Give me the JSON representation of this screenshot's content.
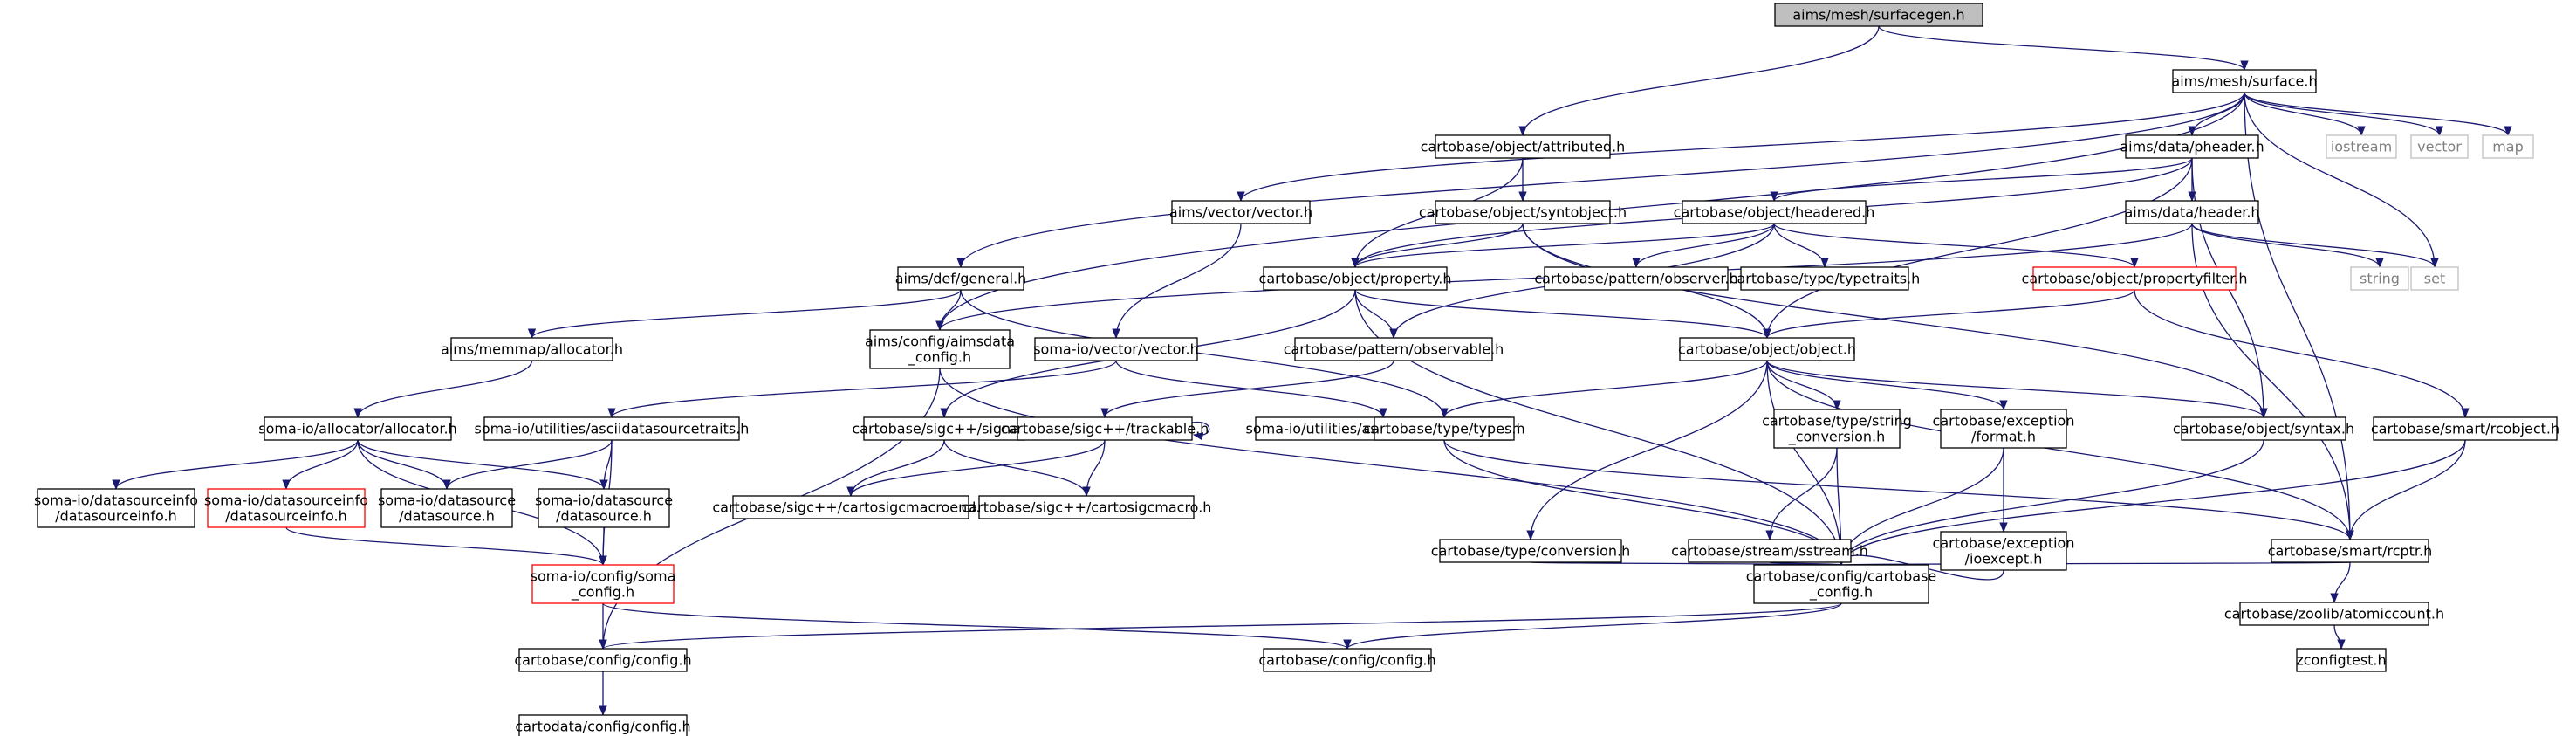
{
  "colors": {
    "edge": "#191970",
    "root_fill": "#bfbfbf",
    "node_fill": "#ffffff",
    "node_border": "#000000",
    "missing_border": "#ff0000",
    "external_border": "#bfbfbf",
    "external_text": "#7f7f7f"
  },
  "nodes": [
    {
      "id": "surfacegen",
      "lines": [
        "aims/mesh/surfacegen.h"
      ],
      "kind": "root"
    },
    {
      "id": "surface",
      "lines": [
        "aims/mesh/surface.h"
      ],
      "kind": "normal"
    },
    {
      "id": "attributed",
      "lines": [
        "cartobase/object/attributed.h"
      ],
      "kind": "normal"
    },
    {
      "id": "pheader",
      "lines": [
        "aims/data/pheader.h"
      ],
      "kind": "normal"
    },
    {
      "id": "iostream",
      "lines": [
        "iostream"
      ],
      "kind": "external"
    },
    {
      "id": "vector",
      "lines": [
        "vector"
      ],
      "kind": "external"
    },
    {
      "id": "map",
      "lines": [
        "map"
      ],
      "kind": "external"
    },
    {
      "id": "vectorvector",
      "lines": [
        "aims/vector/vector.h"
      ],
      "kind": "normal"
    },
    {
      "id": "syntobject",
      "lines": [
        "cartobase/object/syntobject.h"
      ],
      "kind": "normal"
    },
    {
      "id": "headered",
      "lines": [
        "cartobase/object/headered.h"
      ],
      "kind": "normal"
    },
    {
      "id": "header",
      "lines": [
        "aims/data/header.h"
      ],
      "kind": "normal"
    },
    {
      "id": "string",
      "lines": [
        "string"
      ],
      "kind": "external"
    },
    {
      "id": "set",
      "lines": [
        "set"
      ],
      "kind": "external"
    },
    {
      "id": "general",
      "lines": [
        "aims/def/general.h"
      ],
      "kind": "normal"
    },
    {
      "id": "property",
      "lines": [
        "cartobase/object/property.h"
      ],
      "kind": "normal"
    },
    {
      "id": "observer",
      "lines": [
        "cartobase/pattern/observer.h"
      ],
      "kind": "normal"
    },
    {
      "id": "typetraits",
      "lines": [
        "cartobase/type/typetraits.h"
      ],
      "kind": "normal"
    },
    {
      "id": "propertyfilter",
      "lines": [
        "cartobase/object/propertyfilter.h"
      ],
      "kind": "missing"
    },
    {
      "id": "memmap",
      "lines": [
        "aims/memmap/allocator.h"
      ],
      "kind": "normal"
    },
    {
      "id": "aimsdata",
      "lines": [
        "aims/config/aimsdata",
        "_config.h"
      ],
      "kind": "normal"
    },
    {
      "id": "somavector",
      "lines": [
        "soma-io/vector/vector.h"
      ],
      "kind": "normal"
    },
    {
      "id": "observable",
      "lines": [
        "cartobase/pattern/observable.h"
      ],
      "kind": "normal"
    },
    {
      "id": "object",
      "lines": [
        "cartobase/object/object.h"
      ],
      "kind": "normal"
    },
    {
      "id": "somaallocator",
      "lines": [
        "soma-io/allocator/allocator.h"
      ],
      "kind": "normal"
    },
    {
      "id": "asciitraits",
      "lines": [
        "soma-io/utilities/asciidatasourcetraits.h"
      ],
      "kind": "normal"
    },
    {
      "id": "signal",
      "lines": [
        "cartobase/sigc++/signal.h"
      ],
      "kind": "normal"
    },
    {
      "id": "trackable",
      "lines": [
        "cartobase/sigc++/trackable.h"
      ],
      "kind": "normal"
    },
    {
      "id": "asciitraits2",
      "lines": [
        "soma-io/utilities/asciidatasourcetraits.h"
      ],
      "kind": "normal"
    },
    {
      "id": "types",
      "lines": [
        "cartobase/type/types.h"
      ],
      "kind": "normal"
    },
    {
      "id": "stringconv",
      "lines": [
        "cartobase/type/string",
        "_conversion.h"
      ],
      "kind": "normal"
    },
    {
      "id": "format",
      "lines": [
        "cartobase/exception",
        "/format.h"
      ],
      "kind": "normal"
    },
    {
      "id": "syntax",
      "lines": [
        "cartobase/object/syntax.h"
      ],
      "kind": "normal"
    },
    {
      "id": "rcobject",
      "lines": [
        "cartobase/smart/rcobject.h"
      ],
      "kind": "normal"
    },
    {
      "id": "dsinfo",
      "lines": [
        "soma-io/datasourceinfo",
        "/datasourceinfo.h"
      ],
      "kind": "normal"
    },
    {
      "id": "dsinfo2",
      "lines": [
        "soma-io/datasourceinfo",
        "/datasourceinfo.h"
      ],
      "kind": "missing"
    },
    {
      "id": "datasource",
      "lines": [
        "soma-io/datasource",
        "/datasource.h"
      ],
      "kind": "normal"
    },
    {
      "id": "datasource2",
      "lines": [
        "soma-io/datasource",
        "/datasource.h"
      ],
      "kind": "normal"
    },
    {
      "id": "macroend",
      "lines": [
        "cartobase/sigc++/cartosigcmacroend.h"
      ],
      "kind": "normal"
    },
    {
      "id": "macro",
      "lines": [
        "cartobase/sigc++/cartosigcmacro.h"
      ],
      "kind": "normal"
    },
    {
      "id": "conversion",
      "lines": [
        "cartobase/type/conversion.h"
      ],
      "kind": "normal"
    },
    {
      "id": "sstream",
      "lines": [
        "cartobase/stream/sstream.h"
      ],
      "kind": "normal"
    },
    {
      "id": "ioexcept",
      "lines": [
        "cartobase/exception",
        "/ioexcept.h"
      ],
      "kind": "normal"
    },
    {
      "id": "rcptr",
      "lines": [
        "cartobase/smart/rcptr.h"
      ],
      "kind": "normal"
    },
    {
      "id": "somaconfig",
      "lines": [
        "soma-io/config/soma",
        "_config.h"
      ],
      "kind": "missing"
    },
    {
      "id": "cartoconfig",
      "lines": [
        "cartobase/config/cartobase",
        "_config.h"
      ],
      "kind": "normal"
    },
    {
      "id": "atomiccount",
      "lines": [
        "cartobase/zoolib/atomiccount.h"
      ],
      "kind": "normal"
    },
    {
      "id": "config1",
      "lines": [
        "cartobase/config/config.h"
      ],
      "kind": "normal"
    },
    {
      "id": "config2",
      "lines": [
        "cartobase/config/config.h"
      ],
      "kind": "normal"
    },
    {
      "id": "zconfigtest",
      "lines": [
        "zconfigtest.h"
      ],
      "kind": "normal"
    },
    {
      "id": "cartodataconfig",
      "lines": [
        "cartodata/config/config.h"
      ],
      "kind": "normal"
    }
  ],
  "edges": [
    [
      "surfacegen",
      "surface"
    ],
    [
      "surfacegen",
      "attributed"
    ],
    [
      "surface",
      "pheader"
    ],
    [
      "surface",
      "iostream"
    ],
    [
      "surface",
      "vector"
    ],
    [
      "surface",
      "map"
    ],
    [
      "surface",
      "vectorvector"
    ],
    [
      "surface",
      "general"
    ],
    [
      "surface",
      "aimsdata"
    ],
    [
      "surface",
      "set"
    ],
    [
      "surface",
      "rcptr"
    ],
    [
      "attributed",
      "syntobject"
    ],
    [
      "attributed",
      "property"
    ],
    [
      "pheader",
      "headered"
    ],
    [
      "pheader",
      "header"
    ],
    [
      "pheader",
      "property"
    ],
    [
      "pheader",
      "object"
    ],
    [
      "pheader",
      "syntax"
    ],
    [
      "header",
      "string"
    ],
    [
      "header",
      "set"
    ],
    [
      "header",
      "aimsdata"
    ],
    [
      "header",
      "rcptr"
    ],
    [
      "vectorvector",
      "somavector"
    ],
    [
      "syntobject",
      "property"
    ],
    [
      "syntobject",
      "syntax"
    ],
    [
      "syntobject",
      "object"
    ],
    [
      "headered",
      "property"
    ],
    [
      "headered",
      "observer"
    ],
    [
      "headered",
      "typetraits"
    ],
    [
      "headered",
      "propertyfilter"
    ],
    [
      "headered",
      "observable"
    ],
    [
      "propertyfilter",
      "object"
    ],
    [
      "propertyfilter",
      "rcobject"
    ],
    [
      "general",
      "memmap"
    ],
    [
      "general",
      "aimsdata"
    ],
    [
      "general",
      "types"
    ],
    [
      "property",
      "object"
    ],
    [
      "property",
      "observable"
    ],
    [
      "property",
      "signal"
    ],
    [
      "property",
      "cartoconfig"
    ],
    [
      "memmap",
      "somaallocator"
    ],
    [
      "aimsdata",
      "cartoconfig"
    ],
    [
      "aimsdata",
      "config1"
    ],
    [
      "somavector",
      "asciitraits"
    ],
    [
      "somavector",
      "asciitraits2"
    ],
    [
      "observable",
      "trackable"
    ],
    [
      "object",
      "types"
    ],
    [
      "object",
      "stringconv"
    ],
    [
      "object",
      "format"
    ],
    [
      "object",
      "syntax"
    ],
    [
      "object",
      "conversion"
    ],
    [
      "object",
      "cartoconfig"
    ],
    [
      "object",
      "rcptr"
    ],
    [
      "somaallocator",
      "dsinfo"
    ],
    [
      "somaallocator",
      "dsinfo2"
    ],
    [
      "somaallocator",
      "datasource"
    ],
    [
      "somaallocator",
      "datasource2"
    ],
    [
      "somaallocator",
      "somaconfig"
    ],
    [
      "asciitraits",
      "datasource"
    ],
    [
      "asciitraits",
      "datasource2"
    ],
    [
      "asciitraits",
      "somaconfig"
    ],
    [
      "signal",
      "signal"
    ],
    [
      "signal",
      "macroend"
    ],
    [
      "signal",
      "macro"
    ],
    [
      "trackable",
      "trackable"
    ],
    [
      "trackable",
      "macroend"
    ],
    [
      "trackable",
      "macro"
    ],
    [
      "types",
      "cartoconfig"
    ],
    [
      "types",
      "rcptr"
    ],
    [
      "stringconv",
      "sstream"
    ],
    [
      "stringconv",
      "cartoconfig"
    ],
    [
      "format",
      "ioexcept"
    ],
    [
      "format",
      "cartoconfig"
    ],
    [
      "syntax",
      "cartoconfig"
    ],
    [
      "rcobject",
      "rcptr"
    ],
    [
      "rcobject",
      "cartoconfig"
    ],
    [
      "dsinfo2",
      "somaconfig"
    ],
    [
      "datasource2",
      "somaconfig"
    ],
    [
      "conversion",
      "cartoconfig"
    ],
    [
      "sstream",
      "cartoconfig"
    ],
    [
      "ioexcept",
      "cartoconfig"
    ],
    [
      "rcptr",
      "cartoconfig"
    ],
    [
      "rcptr",
      "atomiccount"
    ],
    [
      "somaconfig",
      "config1"
    ],
    [
      "somaconfig",
      "config2"
    ],
    [
      "cartoconfig",
      "config1"
    ],
    [
      "cartoconfig",
      "config2"
    ],
    [
      "atomiccount",
      "zconfigtest"
    ],
    [
      "config1",
      "cartodataconfig"
    ]
  ]
}
